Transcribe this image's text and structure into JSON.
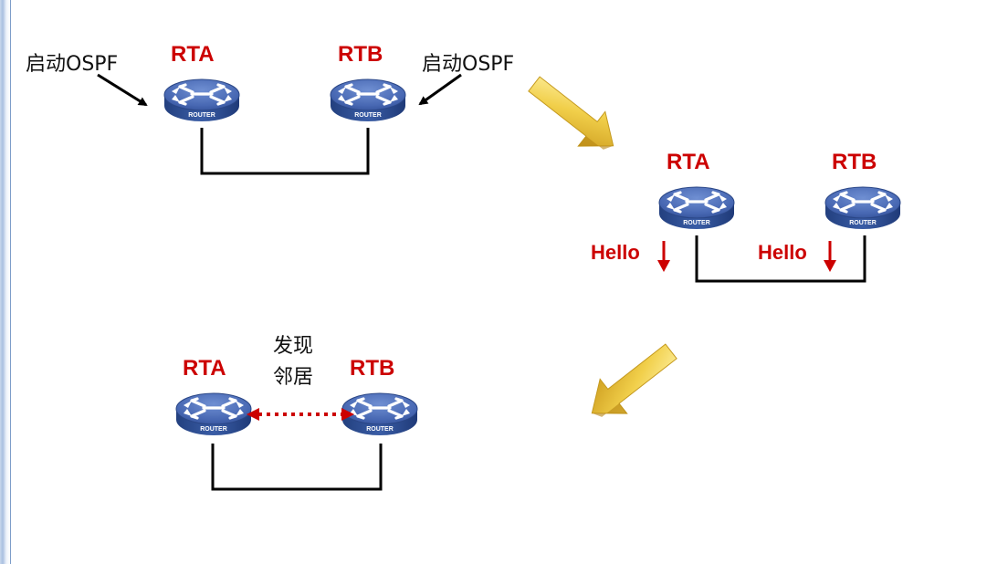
{
  "routers": {
    "rta": "RTA",
    "rtb": "RTB",
    "badge": "ROUTER"
  },
  "labels": {
    "start_ospf": "启动OSPF",
    "hello": "Hello",
    "discover_line1": "发现",
    "discover_line2": "邻居"
  },
  "colors": {
    "router_label": "#cc0000",
    "router_body": "#3f62ad",
    "step_arrow": "#e8c032",
    "hello_arrow": "#cc0000",
    "neighbor_arrow": "#cc0000",
    "link": "#000000"
  },
  "icons": {
    "router": "router-icon",
    "step_arrow": "block-arrow-icon",
    "hello_arrow": "down-arrow-icon",
    "start_arrow": "pointer-arrow-icon",
    "neighbor_arrow": "double-dotted-arrow-icon"
  }
}
